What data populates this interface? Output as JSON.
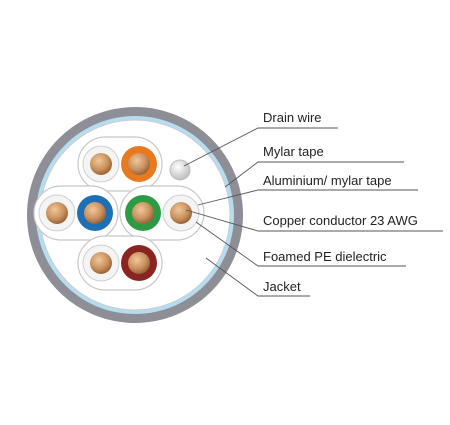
{
  "labels": {
    "drain_wire": "Drain wire",
    "mylar_tape": "Mylar tape",
    "aluminium_mylar_tape": "Aluminium/ mylar tape",
    "copper_conductor": "Copper conductor 23 AWG",
    "foamed_pe": "Foamed PE dielectric",
    "jacket": "Jacket"
  },
  "colors": {
    "jacket": "#8e8e96",
    "mylar_tape": "#b6dcef",
    "aluminium_tape": "#d9dde2",
    "core_fill": "#ffffff",
    "pair_outline": "#c8c8c8",
    "insulation_white": "#f4f4f4",
    "insulation_orange": "#e8791e",
    "insulation_blue": "#1f6fb5",
    "insulation_green": "#2f9a44",
    "insulation_brown": "#8a2420",
    "copper": "#c9905e",
    "drain_wire": "#d6d6d6",
    "leader_line": "#555555"
  },
  "pairs": [
    {
      "name": "orange-pair",
      "conductors": [
        "white",
        "orange"
      ]
    },
    {
      "name": "blue-pair",
      "conductors": [
        "white",
        "blue"
      ]
    },
    {
      "name": "green-pair",
      "conductors": [
        "green",
        "white"
      ]
    },
    {
      "name": "brown-pair",
      "conductors": [
        "white",
        "brown"
      ]
    }
  ]
}
